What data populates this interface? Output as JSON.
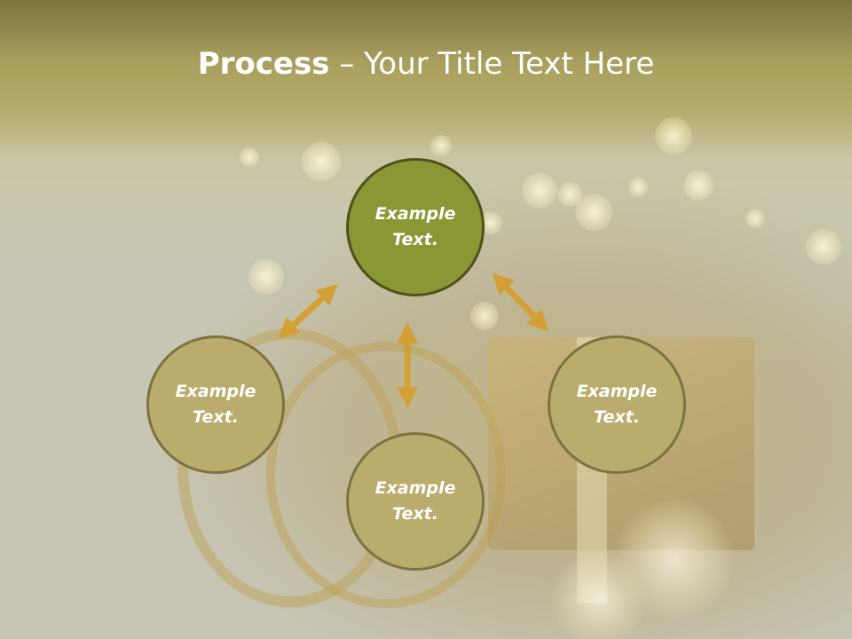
{
  "slide": {
    "title_bold": "Process",
    "title_rest": " – Your Title Text Here"
  },
  "nodes": {
    "top": "Example Text.",
    "left": "Example Text.",
    "right": "Example Text.",
    "bottom": "Example Text."
  },
  "colors": {
    "center_fill": "#8b9734",
    "outer_fill": "#b9ac6c",
    "arrow": "#d2a035",
    "title_text": "#ffffff"
  },
  "icons": [
    "double-arrow-icon"
  ]
}
